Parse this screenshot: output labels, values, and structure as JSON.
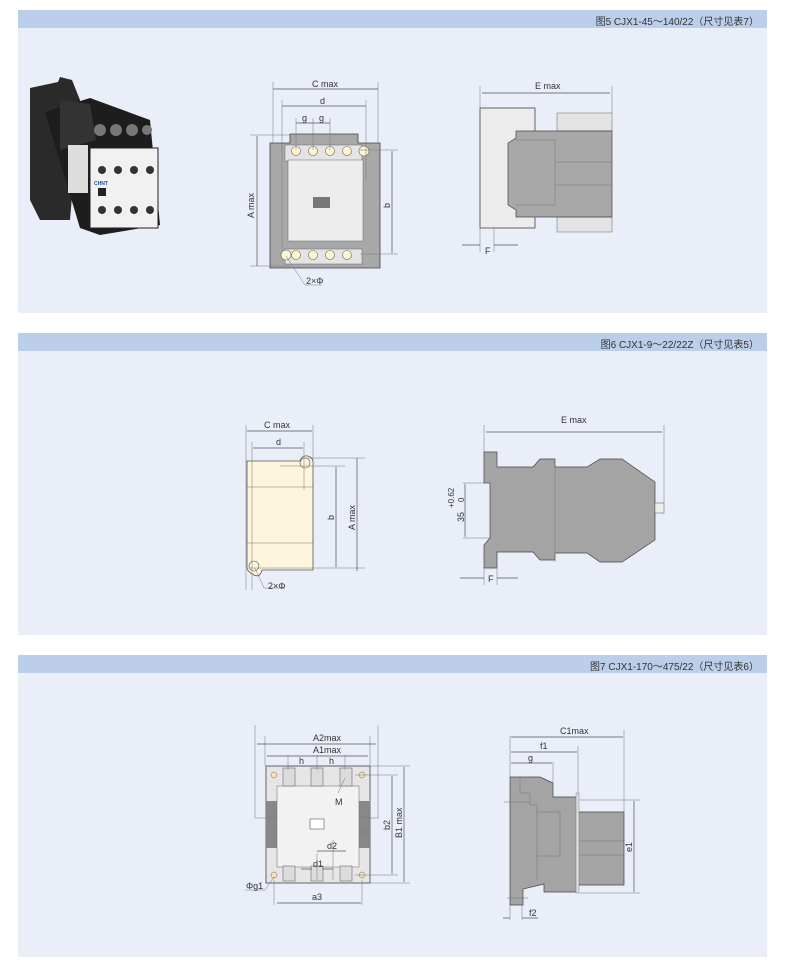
{
  "figures": [
    {
      "caption": "图5 CJX1-45～140/22（尺寸见表7）",
      "front_labels": {
        "c": "C max",
        "d": "d",
        "g1": "g",
        "g2": "g",
        "a": "A max",
        "b": "b",
        "phi": "2×Φ"
      },
      "side_labels": {
        "e": "E max",
        "f": "F"
      },
      "photo_labels": {
        "brand": "CHNT"
      }
    },
    {
      "caption": "图6 CJX1-9～22/22Z（尺寸见表5）",
      "front_labels": {
        "c": "C max",
        "d": "d",
        "b": "b",
        "a": "A max",
        "phi": "2×Φ"
      },
      "side_labels": {
        "e": "E max",
        "f": "F",
        "rail": "35",
        "tol_up": "+0.62",
        "tol_lo": "0"
      }
    },
    {
      "caption": "图7 CJX1-170～475/22（尺寸见表6）",
      "front_labels": {
        "a2": "A2max",
        "a1": "A1max",
        "h1": "h",
        "h2": "h",
        "m": "M",
        "b2": "b2",
        "b1": "B1 max",
        "d2": "d2",
        "d1": "d1",
        "g1": "Φg1",
        "a3": "a3"
      },
      "side_labels": {
        "c1": "C1max",
        "f1": "f1",
        "g": "g",
        "e1": "e1",
        "f2": "f2"
      }
    }
  ],
  "colors": {
    "panel": "#e9eef8",
    "header": "#bccfea",
    "body_gray": "#a0a0a0",
    "light_gray": "#e4e4e4",
    "cream": "#fdf6dc"
  }
}
